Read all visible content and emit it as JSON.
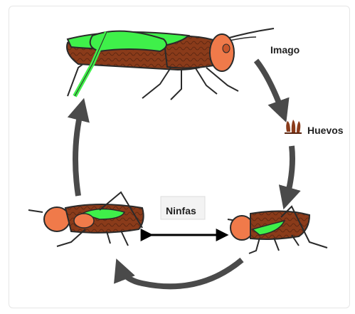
{
  "labels": {
    "imago": "Imago",
    "huevos": "Huevos",
    "ninfas": "Ninfas"
  },
  "colors": {
    "body_brown": "#8a3b1a",
    "head_orange": "#f07a4a",
    "wing_green": "#3ff04a",
    "arrow_gray": "#4a4a4a",
    "outline": "#2a2a2a"
  }
}
